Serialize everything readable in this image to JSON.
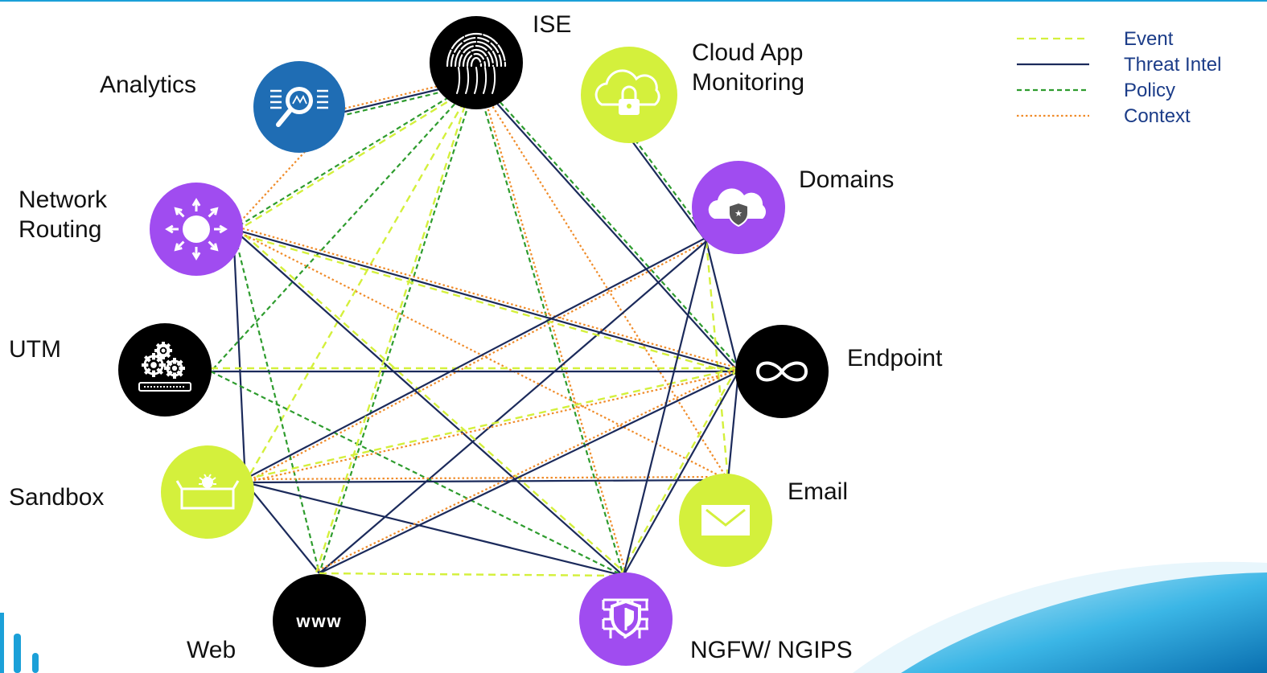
{
  "colors": {
    "event": "#d4f03c",
    "threat_intel": "#1b2a5b",
    "policy": "#2e9c2e",
    "context": "#f08c2a",
    "legend_text": "#1b3c88",
    "lime": "#d4f03c",
    "purple": "#a04cf0",
    "black": "#000000",
    "blue": "#1f6db4",
    "brand_blue": "#1ba0d8"
  },
  "legend": [
    {
      "key": "event",
      "label": "Event",
      "style": "dashed"
    },
    {
      "key": "threat_intel",
      "label": "Threat Intel",
      "style": "solid"
    },
    {
      "key": "policy",
      "label": "Policy",
      "style": "dashed"
    },
    {
      "key": "context",
      "label": "Context",
      "style": "dotted"
    }
  ],
  "nodes": {
    "ise": {
      "lines": [
        "ISE"
      ],
      "color": "black",
      "icon": "fingerprint-icon"
    },
    "cloud_app": {
      "lines": [
        "Cloud App",
        "Monitoring"
      ],
      "color": "lime",
      "icon": "cloud-lock-icon"
    },
    "analytics": {
      "lines": [
        "Analytics"
      ],
      "color": "blue",
      "icon": "magnifier-icon"
    },
    "network_routing": {
      "lines": [
        "Network",
        "Routing"
      ],
      "color": "purple",
      "icon": "routing-arrows-icon"
    },
    "domains": {
      "lines": [
        "Domains"
      ],
      "color": "purple",
      "icon": "cloud-shield-icon"
    },
    "utm": {
      "lines": [
        "UTM"
      ],
      "color": "black",
      "icon": "gears-icon"
    },
    "endpoint": {
      "lines": [
        "Endpoint"
      ],
      "color": "black",
      "icon": "infinity-icon"
    },
    "sandbox": {
      "lines": [
        "Sandbox"
      ],
      "color": "lime",
      "icon": "sandbox-box-icon"
    },
    "email": {
      "lines": [
        "Email"
      ],
      "color": "lime",
      "icon": "envelope-icon"
    },
    "web": {
      "lines": [
        "Web"
      ],
      "color": "black",
      "icon": "www-icon",
      "icon_text": "www"
    },
    "ngfw": {
      "lines": [
        "NGFW/ NGIPS"
      ],
      "color": "purple",
      "icon": "firewall-shield-icon"
    }
  },
  "connections": [
    {
      "from": "ise",
      "to": "analytics",
      "type": "threat_intel"
    },
    {
      "from": "ise",
      "to": "analytics",
      "type": "policy"
    },
    {
      "from": "ise",
      "to": "analytics",
      "type": "context"
    },
    {
      "from": "ise",
      "to": "network_routing",
      "type": "policy"
    },
    {
      "from": "ise",
      "to": "network_routing",
      "type": "event"
    },
    {
      "from": "ise",
      "to": "utm",
      "type": "policy"
    },
    {
      "from": "ise",
      "to": "sandbox",
      "type": "event"
    },
    {
      "from": "ise",
      "to": "web",
      "type": "policy"
    },
    {
      "from": "ise",
      "to": "ngfw",
      "type": "policy"
    },
    {
      "from": "ise",
      "to": "ngfw",
      "type": "context"
    },
    {
      "from": "ise",
      "to": "endpoint",
      "type": "threat_intel"
    },
    {
      "from": "ise",
      "to": "endpoint",
      "type": "policy"
    },
    {
      "from": "ise",
      "to": "email",
      "type": "context"
    },
    {
      "from": "analytics",
      "to": "network_routing",
      "type": "context"
    },
    {
      "from": "cloud_app",
      "to": "domains",
      "type": "threat_intel"
    },
    {
      "from": "cloud_app",
      "to": "domains",
      "type": "policy"
    },
    {
      "from": "domains",
      "to": "endpoint",
      "type": "threat_intel"
    },
    {
      "from": "domains",
      "to": "email",
      "type": "event"
    },
    {
      "from": "domains",
      "to": "sandbox",
      "type": "context"
    },
    {
      "from": "domains",
      "to": "web",
      "type": "threat_intel"
    },
    {
      "from": "network_routing",
      "to": "endpoint",
      "type": "threat_intel"
    },
    {
      "from": "network_routing",
      "to": "endpoint",
      "type": "context"
    },
    {
      "from": "network_routing",
      "to": "endpoint",
      "type": "event"
    },
    {
      "from": "network_routing",
      "to": "sandbox",
      "type": "threat_intel"
    },
    {
      "from": "network_routing",
      "to": "ngfw",
      "type": "threat_intel"
    },
    {
      "from": "network_routing",
      "to": "ngfw",
      "type": "event"
    },
    {
      "from": "network_routing",
      "to": "email",
      "type": "context"
    },
    {
      "from": "network_routing",
      "to": "web",
      "type": "policy"
    },
    {
      "from": "utm",
      "to": "endpoint",
      "type": "threat_intel"
    },
    {
      "from": "utm",
      "to": "endpoint",
      "type": "event"
    },
    {
      "from": "utm",
      "to": "ngfw",
      "type": "policy"
    },
    {
      "from": "sandbox",
      "to": "endpoint",
      "type": "context"
    },
    {
      "from": "sandbox",
      "to": "endpoint",
      "type": "event"
    },
    {
      "from": "sandbox",
      "to": "email",
      "type": "threat_intel"
    },
    {
      "from": "sandbox",
      "to": "email",
      "type": "context"
    },
    {
      "from": "sandbox",
      "to": "ngfw",
      "type": "threat_intel"
    },
    {
      "from": "sandbox",
      "to": "web",
      "type": "threat_intel"
    },
    {
      "from": "sandbox",
      "to": "domains",
      "type": "threat_intel"
    },
    {
      "from": "web",
      "to": "endpoint",
      "type": "threat_intel"
    },
    {
      "from": "web",
      "to": "endpoint",
      "type": "context"
    },
    {
      "from": "web",
      "to": "ngfw",
      "type": "event"
    },
    {
      "from": "web",
      "to": "ise",
      "type": "event"
    },
    {
      "from": "ngfw",
      "to": "endpoint",
      "type": "threat_intel"
    },
    {
      "from": "ngfw",
      "to": "endpoint",
      "type": "event"
    },
    {
      "from": "ngfw",
      "to": "domains",
      "type": "threat_intel"
    },
    {
      "from": "email",
      "to": "endpoint",
      "type": "threat_intel"
    }
  ]
}
